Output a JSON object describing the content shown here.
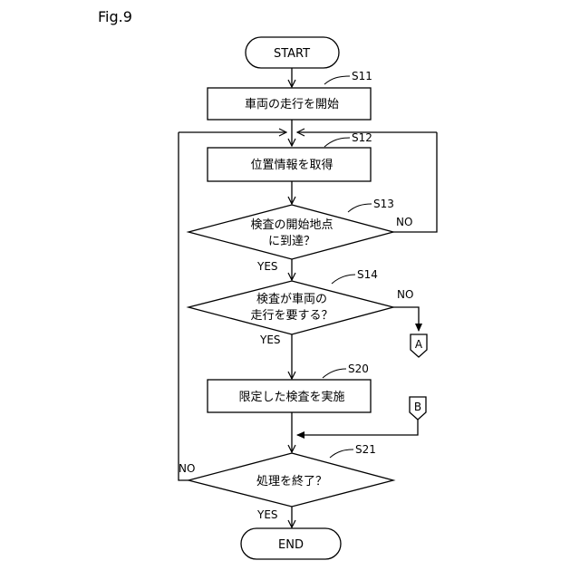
{
  "figure_label": "Fig.9",
  "nodes": {
    "start": {
      "text": "START"
    },
    "s11": {
      "step": "S11",
      "text": "車両の走行を開始"
    },
    "s12": {
      "step": "S12",
      "text": "位置情報を取得"
    },
    "s13": {
      "step": "S13",
      "line1": "検査の開始地点",
      "line2": "に到達？",
      "no": "NO",
      "yes": "YES"
    },
    "s14": {
      "step": "S14",
      "line1": "検査が車両の",
      "line2": "走行を要する？",
      "no": "NO",
      "yes": "YES"
    },
    "s20": {
      "step": "S20",
      "text": "限定した検査を実施"
    },
    "s21": {
      "step": "S21",
      "text": "処理を終了？",
      "no": "NO",
      "yes": "YES"
    },
    "end": {
      "text": "END"
    }
  },
  "connectors": {
    "a": "A",
    "b": "B"
  }
}
